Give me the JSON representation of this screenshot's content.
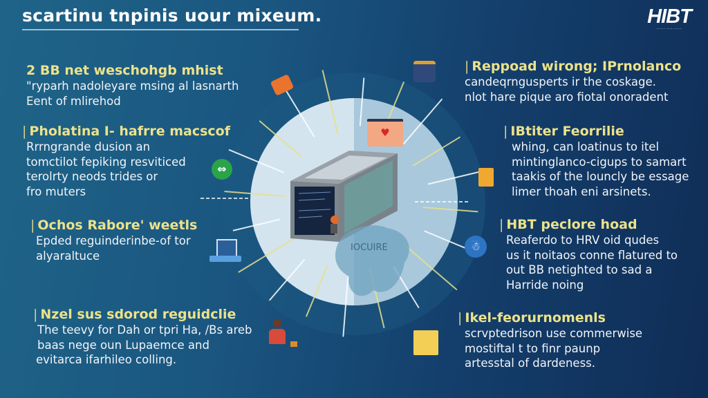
{
  "header": {
    "title": "scartinu tnpinis uour mixeum.",
    "logo": {
      "mark": "HIBT",
      "tagline": "·········· ········ ·········"
    }
  },
  "center": {
    "label": "IOCUIRE"
  },
  "left_blocks": [
    {
      "heading": "2 BB net weschohgb mhist",
      "body": [
        "\"ryparh nadoleyare msing al lasnarth",
        "Eent of mlirehod"
      ]
    },
    {
      "heading": "Pholatina I- hafrre macscof",
      "body": [
        "Rrrngrande dusion an",
        "tomctilot fepiking resviticed",
        "terolrty neods trides or",
        "fro muters"
      ]
    },
    {
      "heading": "Ochos Rabore' weetls",
      "body": [
        "Epded reguinderinbe-of tor",
        "alyaraltuce"
      ]
    },
    {
      "heading": "Nzel sus sdorod reguidclie",
      "body": [
        "The teevy for Dah or tpri Ha, /Bs areb",
        "baas nege oun Lupaemce and",
        "evitarca ifarhileo colling."
      ]
    }
  ],
  "right_blocks": [
    {
      "heading": "Reppoad wirong; IPrnolanco",
      "body": [
        "candeqrngusperts ir the coskage.",
        "nlot hare pique aro fiotal onoradent"
      ]
    },
    {
      "heading": "IBtiter Feorrilie",
      "body": [
        "whing, can loatinus to itel",
        "mintinglanco-cigups to samart",
        "taakis of the louncly be essage",
        "limer thoah eni arsinets."
      ]
    },
    {
      "heading": "HBT peclore hoad",
      "body": [
        "Reaferdo to HRV oid qudes",
        "us it noitaos conne flatured to",
        "out BB netighted to sad a",
        "Harride noing"
      ]
    },
    {
      "heading": "Ikel-feorurnomenls",
      "body": [
        "scrvptedrison use commerwise",
        "mostiftal t to finr paunp",
        "artesstal of dardeness."
      ]
    }
  ],
  "colors": {
    "heading": "#ece28a",
    "ray_yellow": "#e8e08a",
    "circle_light": "#d3e4ef",
    "circle_right": "#a9c8dc"
  }
}
